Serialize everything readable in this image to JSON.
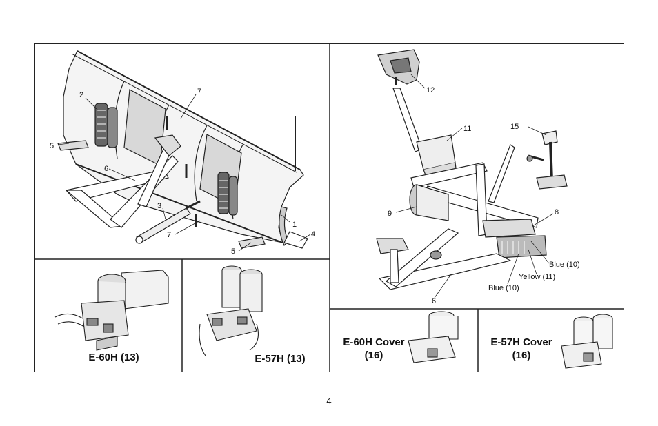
{
  "plow_callouts": [
    "1",
    "2",
    "3",
    "4",
    "5",
    "5",
    "6",
    "7",
    "7"
  ],
  "frame_callouts": [
    "6",
    "8",
    "9",
    "11",
    "12",
    "15"
  ],
  "wire_labels": {
    "blue_upper": "Blue (10)",
    "yellow": "Yellow (11)",
    "blue_lower": "Blue (10)"
  },
  "captions": {
    "e60h": "E-60H (13)",
    "e57h": "E-57H (13)",
    "e60h_cover_line1": "E-60H Cover",
    "e60h_cover_line2": "(16)",
    "e57h_cover_line1": "E-57H Cover",
    "e57h_cover_line2": "(16)"
  },
  "page_number": "4"
}
